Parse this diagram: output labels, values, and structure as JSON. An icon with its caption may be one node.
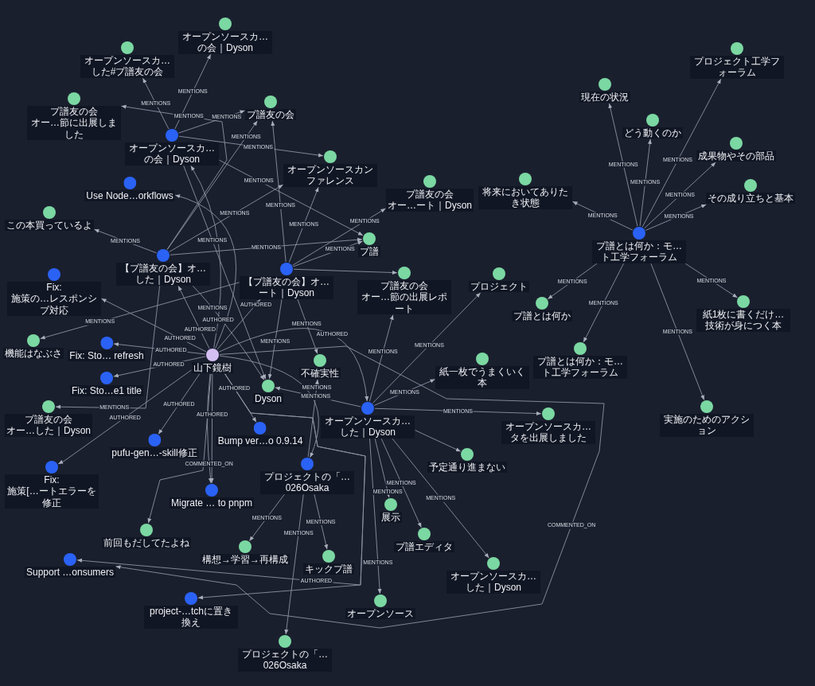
{
  "diagram": {
    "nodes": [
      {
        "text": [
          "オープンソースカ…の会｜Dyson"
        ]
      },
      {
        "text": [
          "オープンソースカ…した#プ譜友の会"
        ]
      },
      {
        "text": [
          "プ譜友の会"
        ]
      },
      {
        "text": [
          "オープンソースカ…の会｜Dyson"
        ]
      },
      {
        "text": [
          "プ譜友の会オー…節に出展しました"
        ]
      },
      {
        "text": [
          "プ譜友の会オー…ート｜Dyson"
        ]
      },
      {
        "text": [
          "オープンソースカンファレンス"
        ]
      },
      {
        "text": [
          "Use Node…orkflows"
        ]
      },
      {
        "text": [
          "プ譜"
        ]
      },
      {
        "text": [
          "この本買っているよ"
        ]
      },
      {
        "text": [
          "Fix: 施策の…レスポンシブ対応"
        ]
      },
      {
        "text": [
          "【プ譜友の会】オ…した｜Dyson"
        ]
      },
      {
        "text": [
          "【プ譜友の会】オ…ート｜Dyson"
        ]
      },
      {
        "text": [
          "プ譜友の会オー…節の出展レポート"
        ]
      },
      {
        "text": [
          "プロジェクト"
        ]
      },
      {
        "text": [
          "機能はなぶさ"
        ]
      },
      {
        "text": [
          "Fix: Sto… refresh"
        ]
      },
      {
        "text": [
          "Dyson"
        ]
      },
      {
        "text": [
          "紙一枚でうまくいく本"
        ]
      },
      {
        "text": [
          "Fix: Sto…e1 title"
        ]
      },
      {
        "text": [
          "不確実性"
        ]
      },
      {
        "text": [
          "山下鏡樹"
        ]
      },
      {
        "text": [
          "プ譜友の会オー…した｜Dyson"
        ]
      },
      {
        "text": [
          "pufu-gen…-skill修正"
        ]
      },
      {
        "text": [
          "Bump ver…o 0.9.14"
        ]
      },
      {
        "text": [
          "オープンソースカ…した｜Dyson"
        ]
      },
      {
        "text": [
          "オープンソースカ…タを出展しました"
        ]
      },
      {
        "text": [
          "予定通り進まない"
        ]
      },
      {
        "text": [
          "Fix: 施策[…ートエラーを修正"
        ]
      },
      {
        "text": [
          "プロジェクトの「…026Osaka"
        ]
      },
      {
        "text": [
          "Migrate … to pnpm"
        ]
      },
      {
        "text": [
          "構想→学習→再構成"
        ]
      },
      {
        "text": [
          "Support …onsumers"
        ]
      },
      {
        "text": [
          "前回もだしてたよね"
        ]
      },
      {
        "text": [
          "展示"
        ]
      },
      {
        "text": [
          "プ譜エディタ"
        ]
      },
      {
        "text": [
          "キックプ譜"
        ]
      },
      {
        "text": [
          "オープンソースカ…した｜Dyson"
        ]
      },
      {
        "text": [
          "project-…tchに置き換え"
        ]
      },
      {
        "text": [
          "オープンソース"
        ]
      },
      {
        "text": [
          "プロジェクトの「…026Osaka"
        ]
      },
      {
        "text": [
          "プ譜とは何か：モ…ト工学フォーラム"
        ]
      },
      {
        "text": [
          "プロジェクト工学フォーラム"
        ]
      },
      {
        "text": [
          "現在の状況"
        ]
      },
      {
        "text": [
          "成果物やその部品"
        ]
      },
      {
        "text": [
          "どう動くのか"
        ]
      },
      {
        "text": [
          "将来においてありたき状態"
        ]
      },
      {
        "text": [
          "その成り立ちと基本"
        ]
      },
      {
        "text": [
          "プ譜とは何か"
        ]
      },
      {
        "text": [
          "紙1枚に書くだけ…技術が身につく本"
        ]
      },
      {
        "text": [
          "プ譜とは何か：モ…ト工学フォーラム"
        ]
      },
      {
        "text": [
          "実施のためのアクション"
        ]
      }
    ],
    "edges": [
      {
        "from": 3,
        "to": 0,
        "arrow": "to",
        "label": "MENTIONS"
      },
      {
        "from": 3,
        "to": 1,
        "arrow": "to",
        "label": "MENTIONS"
      },
      {
        "from": 3,
        "to": 2,
        "arrow": "to",
        "label": "MENTIONS"
      },
      {
        "from": 3,
        "to": 6,
        "arrow": "to",
        "label": "MENTIONS"
      },
      {
        "from": 3,
        "to": 8,
        "arrow": "to",
        "label": "MENTIONS"
      },
      {
        "from": 3,
        "to": 17,
        "arrow": "to",
        "label": "MENTIONS"
      },
      {
        "from": 11,
        "to": 4,
        "arrow": "to",
        "label": "MENTIONS"
      },
      {
        "from": 11,
        "to": 2,
        "arrow": "to",
        "label": "MENTIONS"
      },
      {
        "from": 11,
        "to": 6,
        "arrow": "to",
        "label": "MENTIONS"
      },
      {
        "from": 11,
        "to": 8,
        "arrow": "to",
        "label": "MENTIONS"
      },
      {
        "from": 11,
        "to": 9,
        "arrow": "to",
        "label": "MENTIONS"
      },
      {
        "from": 11,
        "to": 17,
        "arrow": "to",
        "label": "MENTIONS"
      },
      {
        "from": 11,
        "to": 22,
        "arrow": "to",
        "label": "MENTIONS"
      },
      {
        "from": 12,
        "to": 2,
        "arrow": "to",
        "label": "MENTIONS"
      },
      {
        "from": 12,
        "to": 6,
        "arrow": "to",
        "label": "MENTIONS"
      },
      {
        "from": 12,
        "to": 8,
        "arrow": "to",
        "label": "MENTIONS"
      },
      {
        "from": 12,
        "to": 5,
        "arrow": "to",
        "label": "MENTIONS"
      },
      {
        "from": 12,
        "to": 13,
        "arrow": "to"
      },
      {
        "from": 12,
        "to": 15,
        "arrow": "to",
        "label": "MENTIONS"
      },
      {
        "from": 12,
        "to": 17,
        "arrow": "to",
        "label": "MENTIONS"
      },
      {
        "from": 12,
        "to": 20,
        "arrow": "to",
        "label": "MENTIONS"
      },
      {
        "from": 21,
        "to": 3,
        "arrow": "to",
        "label": "AUTHORED"
      },
      {
        "from": 21,
        "to": 11,
        "arrow": "to",
        "label": "AUTHORED"
      },
      {
        "from": 21,
        "to": 12,
        "arrow": "to",
        "label": "AUTHORED"
      },
      {
        "from": 21,
        "to": 7,
        "arrow": "to"
      },
      {
        "from": 21,
        "to": 10,
        "arrow": "to",
        "label": "AUTHORED"
      },
      {
        "from": 21,
        "to": 16,
        "arrow": "to",
        "label": "AUTHORED"
      },
      {
        "from": 21,
        "to": 19,
        "arrow": "to",
        "label": "AUTHORED"
      },
      {
        "from": 21,
        "to": 28,
        "arrow": "to",
        "label": "AUTHORED"
      },
      {
        "from": 21,
        "to": 23,
        "arrow": "to",
        "label": "AUTHORED"
      },
      {
        "from": 21,
        "to": 24,
        "arrow": "to",
        "label": "AUTHORED"
      },
      {
        "from": 21,
        "to": 25,
        "arrow": "to",
        "label": "AUTHORED"
      },
      {
        "from": 21,
        "to": 29,
        "arrow": "to"
      },
      {
        "from": 21,
        "to": 30,
        "arrow": "to",
        "label": "AUTHORED"
      },
      {
        "from": 21,
        "to": 30,
        "arrow": "to",
        "label": "COMMENTED_ON"
      },
      {
        "from": 21,
        "to": 32,
        "arrow": "to",
        "label": "AUTHORED"
      },
      {
        "from": 21,
        "to": 32,
        "arrow": "to",
        "label": "COMMENTED_ON"
      },
      {
        "from": 21,
        "to": 38,
        "arrow": "to"
      },
      {
        "from": 21,
        "to": 33,
        "arrow": "to"
      },
      {
        "from": 25,
        "to": 13,
        "arrow": "to",
        "label": "MENTIONS"
      },
      {
        "from": 25,
        "to": 14,
        "arrow": "to",
        "label": "MENTIONS"
      },
      {
        "from": 25,
        "to": 18,
        "arrow": "to",
        "label": "MENTIONS"
      },
      {
        "from": 25,
        "to": 26,
        "arrow": "to",
        "label": "MENTIONS"
      },
      {
        "from": 25,
        "to": 27,
        "arrow": "to"
      },
      {
        "from": 25,
        "to": 17,
        "arrow": "to",
        "label": "MENTIONS"
      },
      {
        "from": 25,
        "to": 34,
        "arrow": "to",
        "label": "MENTIONS"
      },
      {
        "from": 25,
        "to": 35,
        "arrow": "to",
        "label": "MENTIONS"
      },
      {
        "from": 25,
        "to": 37,
        "arrow": "to",
        "label": "MENTIONS"
      },
      {
        "from": 25,
        "to": 39,
        "arrow": "to",
        "label": "MENTIONS"
      },
      {
        "from": 29,
        "to": 20,
        "arrow": "to",
        "label": "MENTIONS"
      },
      {
        "from": 29,
        "to": 31,
        "arrow": "to",
        "label": "MENTIONS"
      },
      {
        "from": 29,
        "to": 36,
        "arrow": "to",
        "label": "MENTIONS"
      },
      {
        "from": 29,
        "to": 40,
        "arrow": "to",
        "label": "MENTIONS"
      },
      {
        "from": 41,
        "to": 42,
        "arrow": "to",
        "label": "MENTIONS"
      },
      {
        "from": 41,
        "to": 43,
        "arrow": "to",
        "label": "MENTIONS"
      },
      {
        "from": 41,
        "to": 44,
        "arrow": "to",
        "label": "MENTIONS"
      },
      {
        "from": 41,
        "to": 45,
        "arrow": "to",
        "label": "MENTIONS"
      },
      {
        "from": 41,
        "to": 46,
        "arrow": "to",
        "label": "MENTIONS"
      },
      {
        "from": 41,
        "to": 47,
        "arrow": "to",
        "label": "MENTIONS"
      },
      {
        "from": 41,
        "to": 48,
        "arrow": "to",
        "label": "MENTIONS"
      },
      {
        "from": 41,
        "to": 49,
        "arrow": "to",
        "label": "MENTIONS"
      },
      {
        "from": 41,
        "to": 50,
        "arrow": "to",
        "label": "MENTIONS"
      },
      {
        "from": 41,
        "to": 51,
        "arrow": "to",
        "label": "MENTIONS"
      }
    ]
  }
}
